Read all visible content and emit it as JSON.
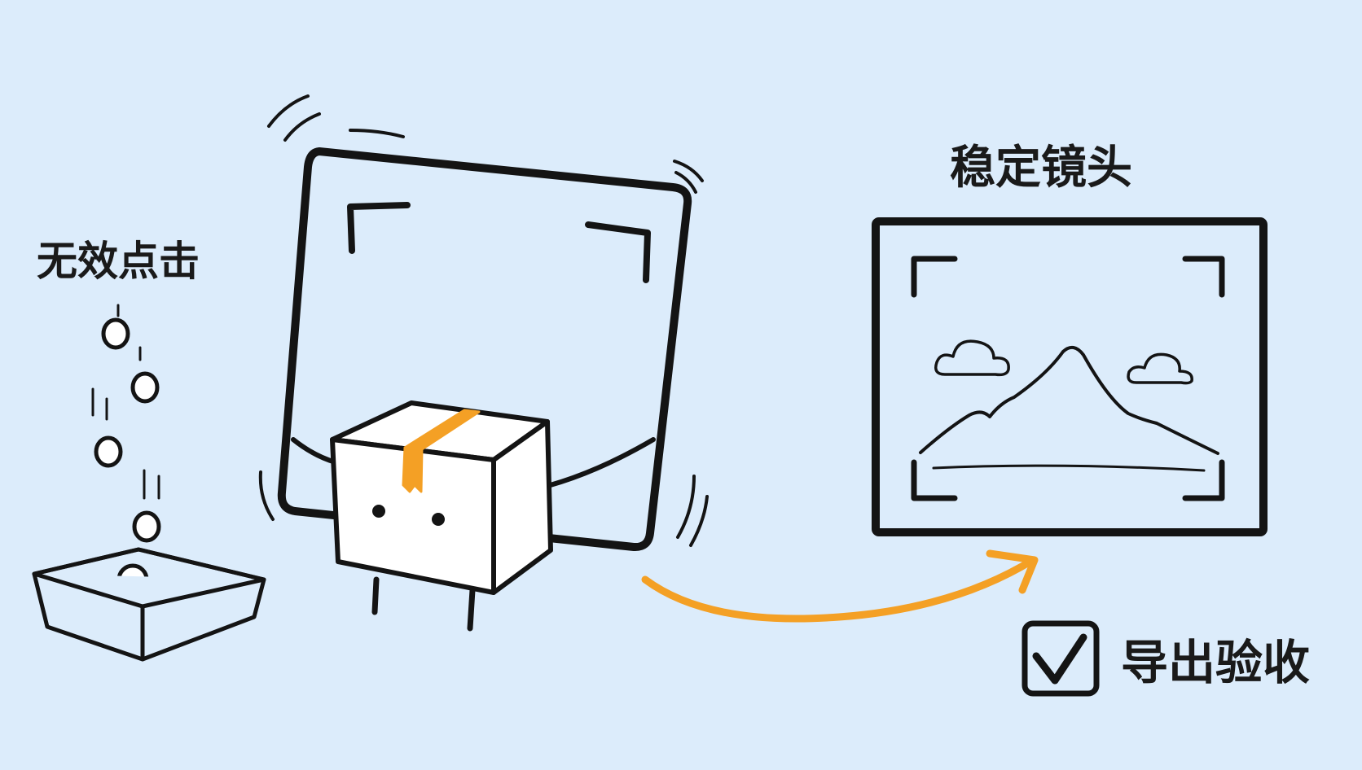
{
  "labels": {
    "invalid_clicks": "无效点击",
    "stable_shot": "稳定镜头",
    "export_review": "导出验收"
  },
  "colors": {
    "background": "#dcecfb",
    "ink": "#141414",
    "accent": "#f4a025",
    "box_fill": "#ffffff"
  },
  "icons": {
    "shaky_frame": "shaky-camera-frame-icon",
    "box_character": "box-character-icon",
    "tray": "tray-icon",
    "stable_frame": "landscape-photo-frame-icon",
    "arrow": "curved-arrow-icon",
    "checkbox": "checked-checkbox-icon"
  },
  "checkbox": {
    "checked": true
  }
}
